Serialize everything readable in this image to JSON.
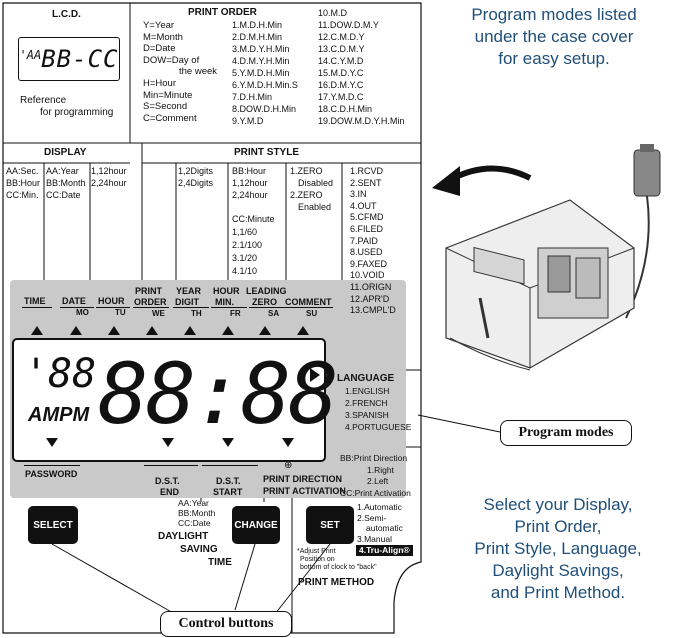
{
  "captions": {
    "top": [
      "Program modes listed",
      "under the case cover",
      "for easy setup."
    ],
    "bottom": [
      "Select your Display,",
      "Print Order,",
      "Print Style, Language,",
      "Daylight Savings,",
      "and Print Method."
    ],
    "program_modes": "Program modes",
    "control_buttons": "Control buttons"
  },
  "lcd": {
    "title": "L.C.D.",
    "display_sample_small": "'AA",
    "display_sample_large": "BB-CC",
    "reference": [
      "Reference",
      "for programming"
    ]
  },
  "display_section": {
    "title": "DISPLAY",
    "col1": [
      "AA:Sec.",
      "BB:Hour",
      "CC:Min."
    ],
    "col2": [
      "AA:Year",
      "BB:Month",
      "CC:Date"
    ],
    "col3": [
      "1,12hour",
      "2,24hour"
    ]
  },
  "print_order": {
    "title": "PRINT ORDER",
    "legend": [
      "Y=Year",
      "M=Month",
      "D=Date",
      "DOW=Day of",
      "the week",
      "H=Hour",
      "Min=Minute",
      "S=Second",
      "C=Comment"
    ],
    "col1": [
      "1.M.D.H.Min",
      "2.D.M.H.Min",
      "3.M.D.Y.H.Min",
      "4.D.M.Y.H.Min",
      "5.Y.M.D.H.Min",
      "6.Y.M.D.H.Min.S",
      "7.D.H.Min",
      "8.DOW.D.H.Min",
      "9.Y.M.D"
    ],
    "col2": [
      "10.M.D",
      "11.DOW.D.M.Y",
      "12.C.M.D.Y",
      "13.C.D.M.Y",
      "14.C.Y.M.D",
      "15.M.D.Y.C",
      "16.D.M.Y.C",
      "17.Y.M.D.C",
      "18.C.D.H.Min",
      "19.DOW.M.D.Y.H.Min"
    ]
  },
  "print_style": {
    "title": "PRINT STYLE",
    "digits": [
      "1,2Digits",
      "2,4Digits"
    ],
    "hour": [
      "BB:Hour",
      "1,12hour",
      "2,24hour"
    ],
    "minute": [
      "CC:Minute",
      "1,1/60",
      "2.1/100",
      "3.1/20",
      "4.1/10"
    ],
    "zero": [
      "1.ZERO",
      "Disabled",
      "2.ZERO",
      "Enabled"
    ],
    "comments": [
      "1.RCVD",
      "2.SENT",
      "3.IN",
      "4.OUT",
      "5.CFMD",
      "6.FILED",
      "7.PAID",
      "8.USED",
      "9.FAXED",
      "10.VOID",
      "11.ORIGN",
      "12.APR'D",
      "13.CMPL'D"
    ]
  },
  "labels": {
    "time": "TIME",
    "date": "DATE",
    "mo": "MO",
    "hour": "HOUR",
    "tu": "TU",
    "print_order": [
      "PRINT",
      "ORDER"
    ],
    "we": "WE",
    "year_digit": [
      "YEAR",
      "DIGIT"
    ],
    "th": "TH",
    "hour_min": [
      "HOUR",
      "MIN."
    ],
    "fr": "FR",
    "leading_zero": [
      "LEADING",
      "ZERO"
    ],
    "sa": "SA",
    "comment": "COMMENT",
    "su": "SU"
  },
  "main_lcd": {
    "small_digits": "'88",
    "ampm": "AMPM",
    "large_digits": "88:88"
  },
  "language": {
    "title": "LANGUAGE",
    "options": [
      "1.ENGLISH",
      "2.FRENCH",
      "3.SPANISH",
      "4.PORTUGUESE"
    ]
  },
  "bottom_labels": {
    "password": "PASSWORD",
    "dst_end": [
      "D.S.T.",
      "END"
    ],
    "dst_start": [
      "D.S.T.",
      "START"
    ],
    "print_direction": "PRINT DIRECTION",
    "print_activation": "PRINT ACTIVATION"
  },
  "print_direction_info": [
    "BB:Print Direction",
    "1.Right",
    "2.Left",
    "CC:Print Activation"
  ],
  "dst_info": [
    "AA:Year",
    "BB:Month",
    "CC:Date"
  ],
  "daylight": [
    "DAYLIGHT",
    "SAVING",
    "TIME"
  ],
  "print_method": {
    "options": [
      "1.Automatic",
      "2.Semi-",
      "automatic",
      "3.Manual"
    ],
    "tru_align": "4.Tru-Align®",
    "note": [
      "*Adjust Print",
      "Position on",
      "bottom of clock to \"back\""
    ],
    "title": "PRINT METHOD"
  },
  "buttons": {
    "select": "SELECT",
    "change": "CHANGE",
    "set": "SET"
  }
}
